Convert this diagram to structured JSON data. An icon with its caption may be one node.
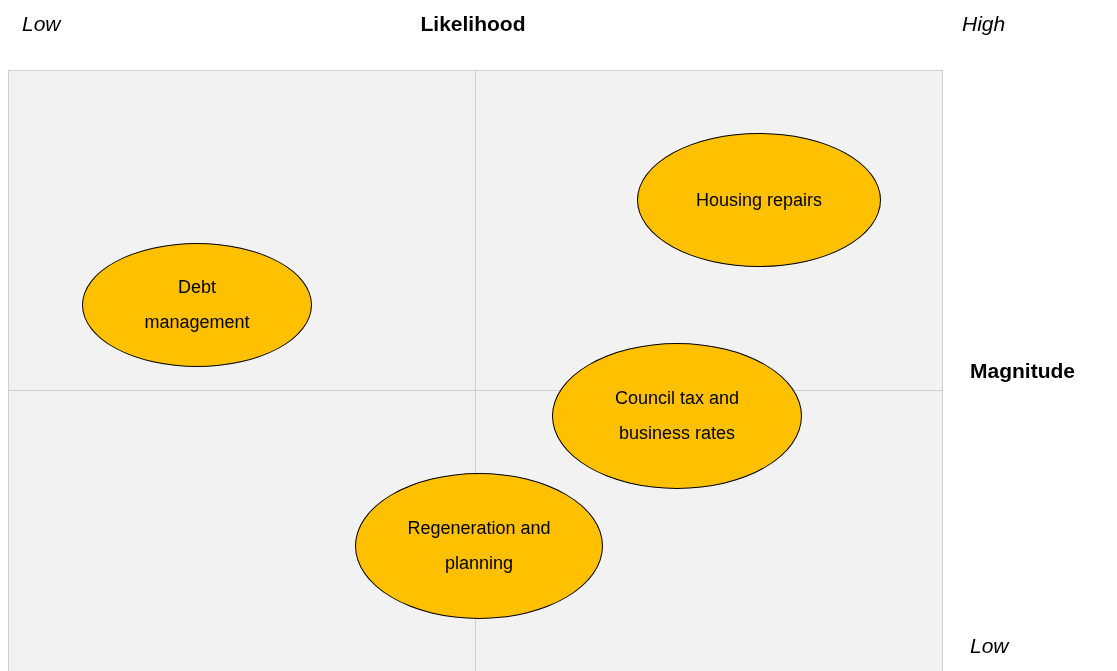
{
  "diagram": {
    "nodes": [
      {
        "text": [
          "Housing repairs"
        ]
      },
      {
        "text": [
          "Debt management"
        ]
      },
      {
        "text": [
          "Council tax and business rates"
        ]
      },
      {
        "text": [
          "Regeneration and planning"
        ]
      }
    ],
    "labels": [
      "Low",
      "Likelihood",
      "High",
      "Magnitude",
      "Low"
    ]
  }
}
